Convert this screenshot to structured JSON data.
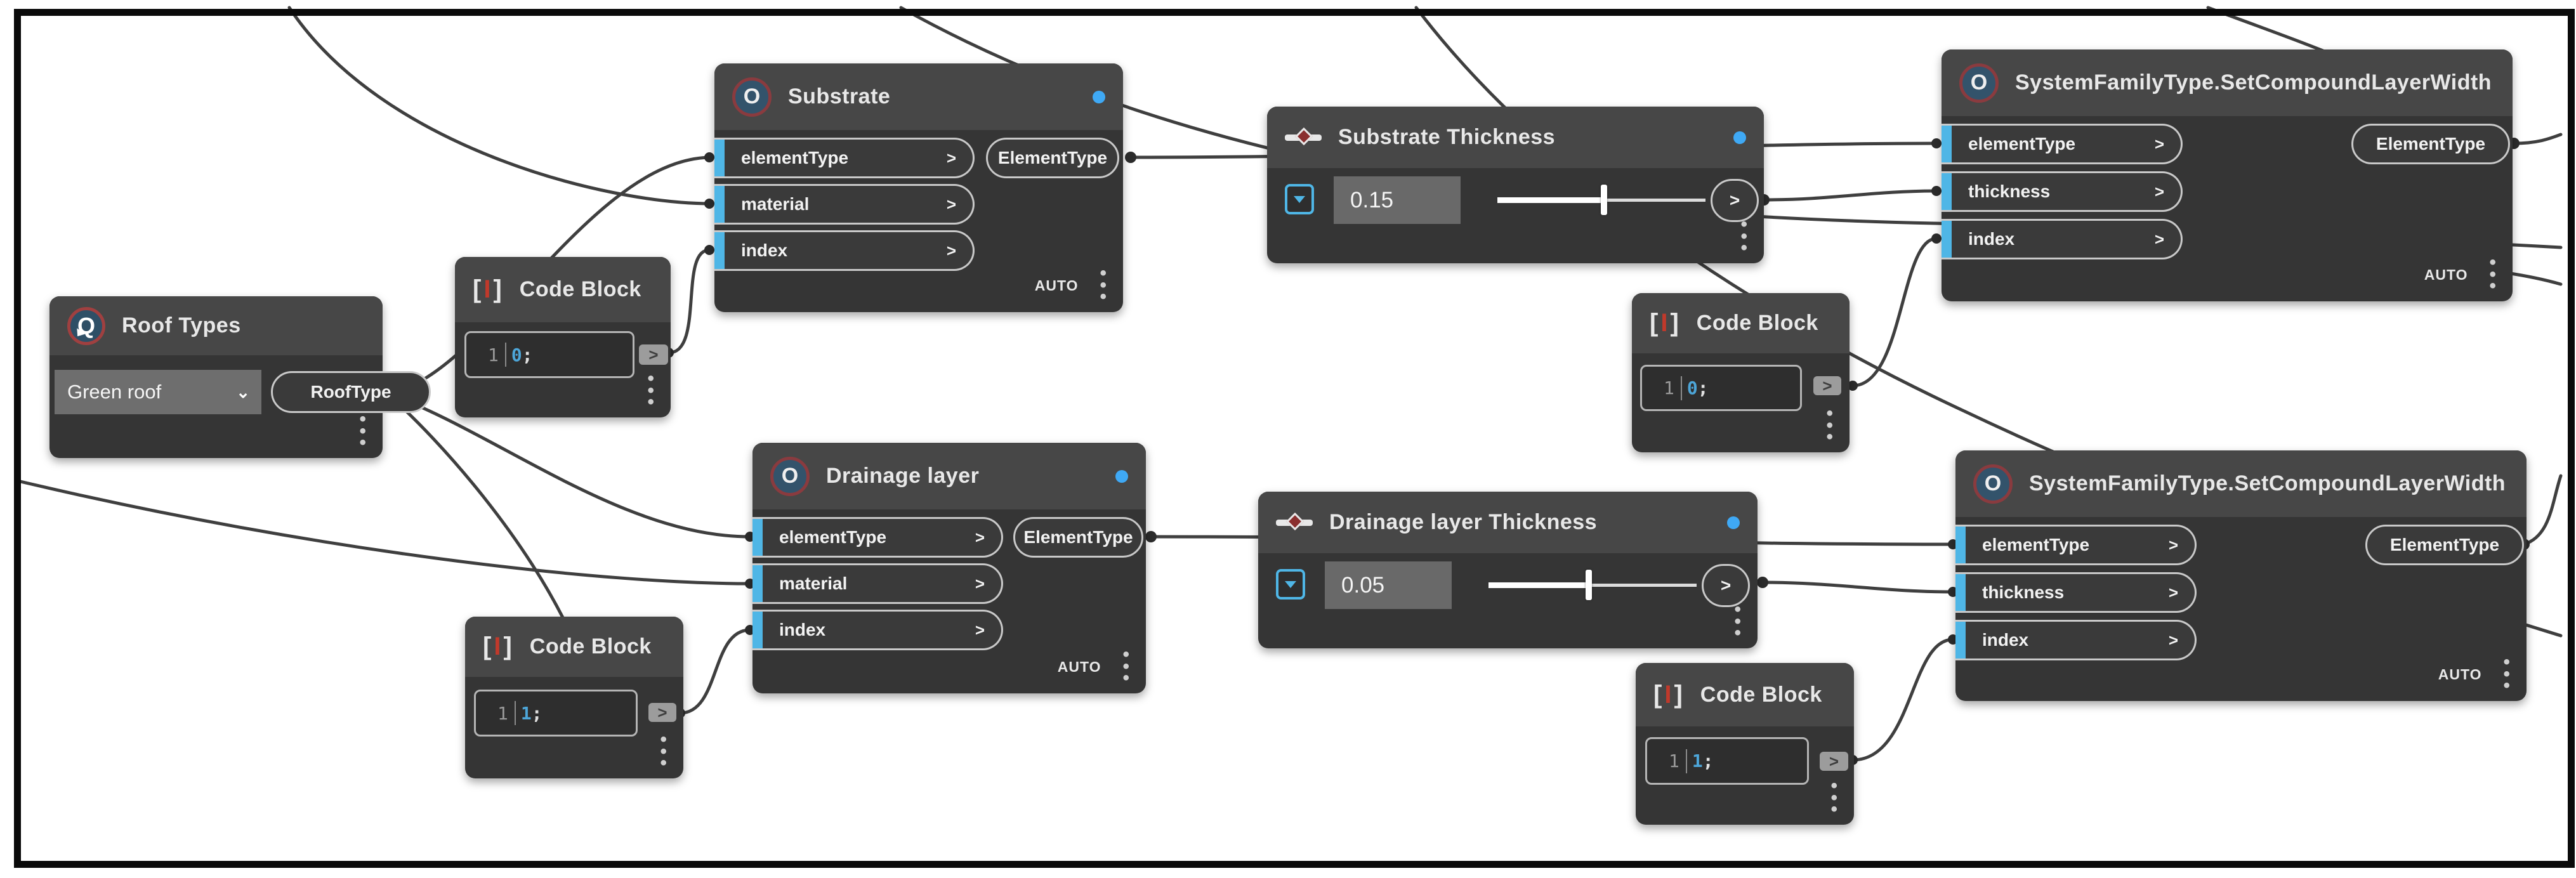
{
  "colors": {
    "canvas_bg": "#ffffff",
    "frame": "#0a0a0a",
    "node_body": "#353535",
    "node_header": "#474747",
    "port_accent_blue": "#4fb6e6",
    "preview_dot_blue": "#3fa9f5",
    "wire": "#3f3f3f",
    "code_number_blue": "#4da6d9",
    "icon_ring_red": "#8a3b3f"
  },
  "icons": {
    "roof_types": "dropdown-node-icon",
    "custom_node": "package-node-icon",
    "code_block": "code-brackets-icon",
    "slider": "number-slider-icon",
    "menu": "vertical-ellipsis-icon",
    "dropdown_chevron": "chevron-down-icon",
    "expand_slider": "expand-chevron-icon"
  },
  "nodes": {
    "roof_types": {
      "title": "Roof Types",
      "dropdown_value": "Green roof",
      "output": "RoofType"
    },
    "code_block_a": {
      "title": "Code Block",
      "line_no": "1",
      "code": "0",
      "semicolon": ";",
      "out": ">"
    },
    "code_block_b": {
      "title": "Code Block",
      "line_no": "1",
      "code": "0",
      "semicolon": ";",
      "out": ">"
    },
    "code_block_c": {
      "title": "Code Block",
      "line_no": "1",
      "code": "1",
      "semicolon": ";",
      "out": ">"
    },
    "code_block_d": {
      "title": "Code Block",
      "line_no": "1",
      "code": "1",
      "semicolon": ";",
      "out": ">"
    },
    "substrate": {
      "title": "Substrate",
      "inputs": [
        {
          "label": "elementType",
          "arrow": ">"
        },
        {
          "label": "material",
          "arrow": ">"
        },
        {
          "label": "index",
          "arrow": ">"
        }
      ],
      "output": "ElementType",
      "lacing": "AUTO"
    },
    "drainage": {
      "title": "Drainage layer",
      "inputs": [
        {
          "label": "elementType",
          "arrow": ">"
        },
        {
          "label": "material",
          "arrow": ">"
        },
        {
          "label": "index",
          "arrow": ">"
        }
      ],
      "output": "ElementType",
      "lacing": "AUTO"
    },
    "sft_top": {
      "title": "SystemFamilyType.SetCompoundLayerWidth",
      "inputs": [
        {
          "label": "elementType",
          "arrow": ">"
        },
        {
          "label": "thickness",
          "arrow": ">"
        },
        {
          "label": "index",
          "arrow": ">"
        }
      ],
      "output": "ElementType",
      "lacing": "AUTO"
    },
    "sft_bottom": {
      "title": "SystemFamilyType.SetCompoundLayerWidth",
      "inputs": [
        {
          "label": "elementType",
          "arrow": ">"
        },
        {
          "label": "thickness",
          "arrow": ">"
        },
        {
          "label": "index",
          "arrow": ">"
        }
      ],
      "output": "ElementType",
      "lacing": "AUTO"
    },
    "substrate_thickness": {
      "title": "Substrate Thickness",
      "value": "0.15",
      "out": ">",
      "slider_pct": 51
    },
    "drainage_thickness": {
      "title": "Drainage layer Thickness",
      "value": "0.05",
      "out": ">",
      "slider_pct": 48
    }
  }
}
